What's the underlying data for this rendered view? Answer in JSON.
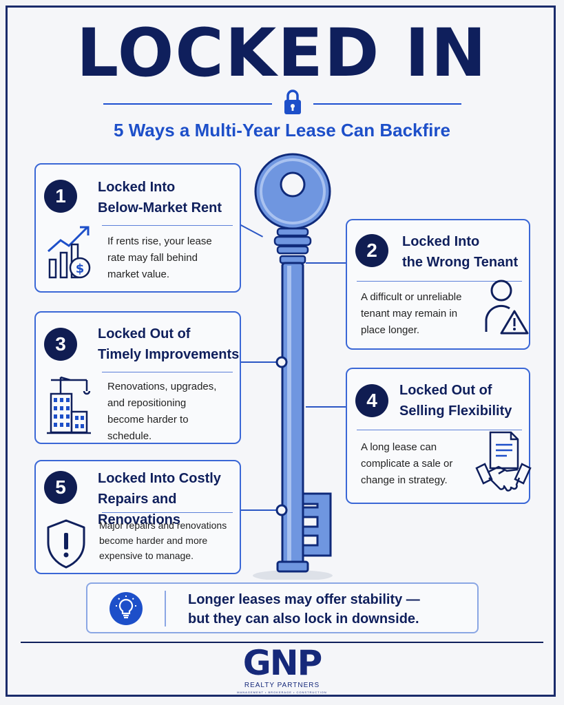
{
  "header": {
    "title": "LOCKED IN",
    "subtitle": "5 Ways a Multi-Year Lease Can Backfire"
  },
  "cards": [
    {
      "number": "1",
      "title": "Locked Into\nBelow-Market Rent",
      "text": "If rents rise, your lease\nrate may fall behind\nmarket value.",
      "icon": "rising-chart-dollar-icon"
    },
    {
      "number": "2",
      "title": "Locked Into\nthe Wrong Tenant",
      "text": "A difficult or unreliable\ntenant may remain in\nplace longer.",
      "icon": "person-warning-icon"
    },
    {
      "number": "3",
      "title": "Locked Out of\nTimely Improvements",
      "text": "Renovations, upgrades,\nand repositioning\nbecome harder to\nschedule.",
      "icon": "building-crane-icon"
    },
    {
      "number": "4",
      "title": "Locked Out of\nSelling Flexibility",
      "text": "A long lease can\ncomplicate a sale or\nchange in strategy.",
      "icon": "document-handshake-icon"
    },
    {
      "number": "5",
      "title": "Locked Into Costly\nRepairs and Renovations",
      "text": "Major repairs and renovations\nbecome harder and more\nexpensive to manage.",
      "icon": "shield-exclamation-icon"
    }
  ],
  "callout": {
    "text": "Longer leases may offer stability —\nbut they can also lock in downside.",
    "icon": "lightbulb-icon"
  },
  "logo": {
    "mark": "GNP",
    "name": "REALTY PARTNERS",
    "tagline": "MANAGEMENT • BROKERAGE • CONSTRUCTION"
  },
  "colors": {
    "navy": "#0f1f5c",
    "accent_blue": "#1d4fc9",
    "key_blue": "#6f96e0"
  }
}
